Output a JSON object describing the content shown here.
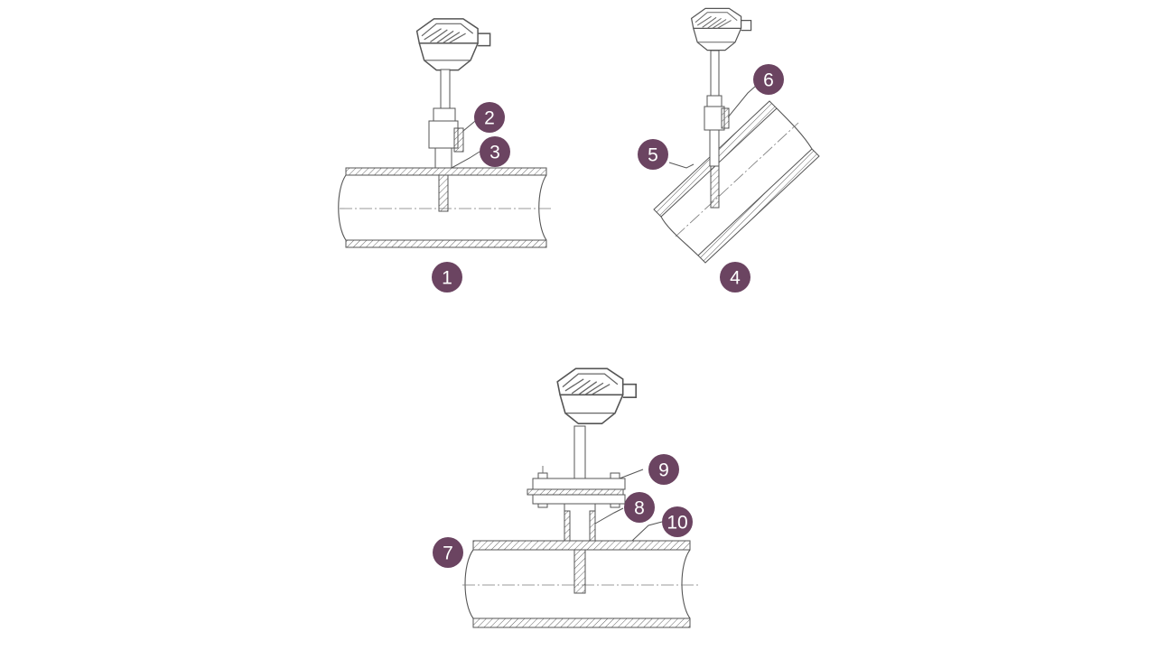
{
  "colors": {
    "badge": "#6b4461",
    "line": "#555555",
    "background": "#ffffff"
  },
  "badges": [
    {
      "id": "1",
      "label": "1"
    },
    {
      "id": "2",
      "label": "2"
    },
    {
      "id": "3",
      "label": "3"
    },
    {
      "id": "4",
      "label": "4"
    },
    {
      "id": "5",
      "label": "5"
    },
    {
      "id": "6",
      "label": "6"
    },
    {
      "id": "7",
      "label": "7"
    },
    {
      "id": "8",
      "label": "8"
    },
    {
      "id": "9",
      "label": "9"
    },
    {
      "id": "10",
      "label": "10"
    }
  ]
}
